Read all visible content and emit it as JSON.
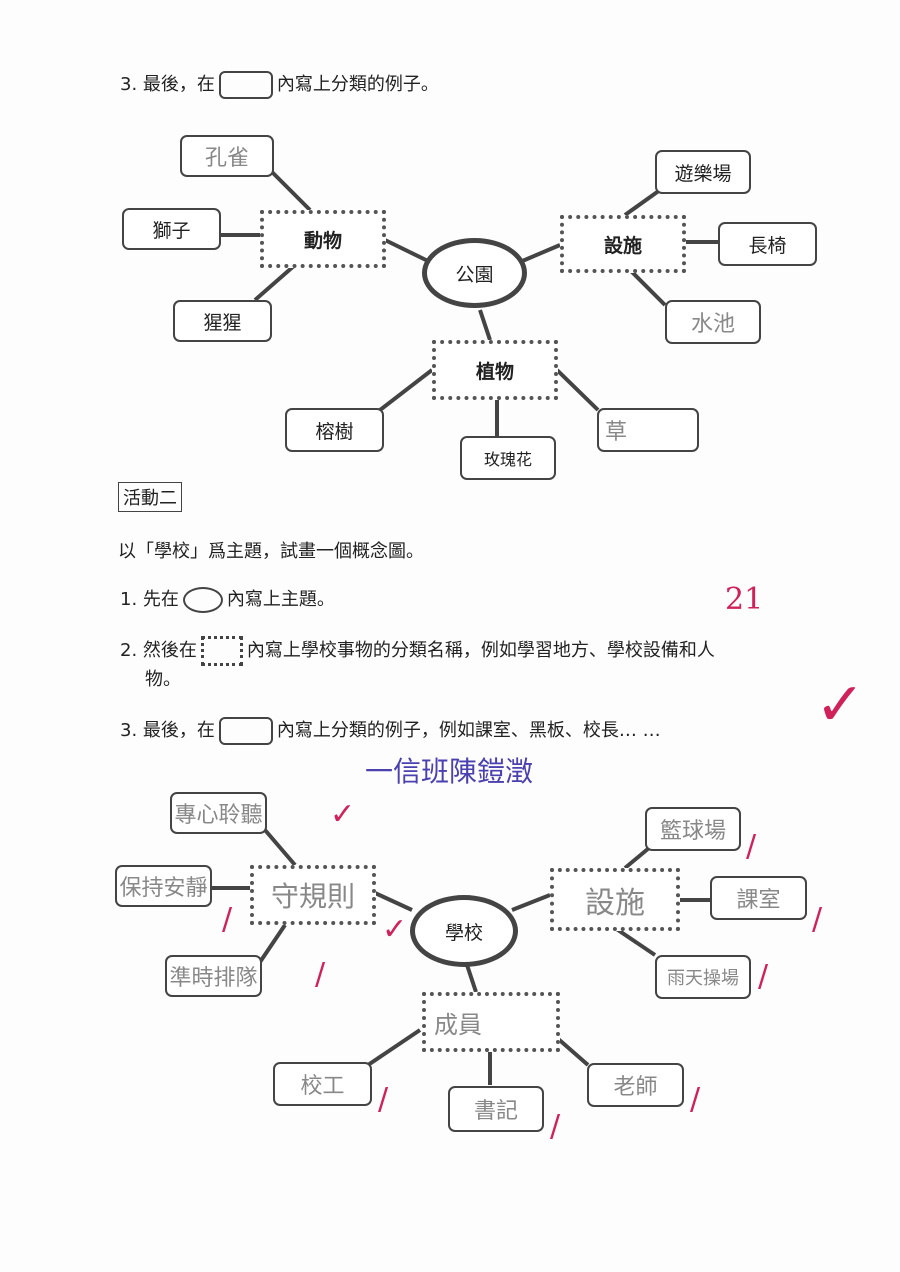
{
  "part1": {
    "instruction3": {
      "prefix": "3. 最後，在",
      "suffix": "內寫上分類的例子。"
    },
    "center": "公園",
    "categories": {
      "animals": "動物",
      "facilities": "設施",
      "plants": "植物"
    },
    "examples": {
      "animals": [
        "孔雀",
        "獅子",
        "猩猩"
      ],
      "facilities": [
        "遊樂場",
        "長椅",
        "水池"
      ],
      "plants": [
        "榕樹",
        "玫瑰花",
        "草"
      ]
    }
  },
  "activity2": {
    "label": "活動二",
    "intro": "以「學校」爲主題，試畫一個概念圖。",
    "step1": {
      "prefix": "1. 先在",
      "suffix": "內寫上主題。"
    },
    "step2": {
      "prefix": "2. 然後在",
      "suffix": "內寫上學校事物的分類名稱，例如學習地方、學校設備和人",
      "cont": "物。"
    },
    "step3": {
      "prefix": "3. 最後，在",
      "suffix": "內寫上分類的例子，例如課室、黑板、校長… …"
    },
    "student": "一信班陳鎧澂",
    "score": "21",
    "center": "學校",
    "categories": {
      "rules": "守規則",
      "facilities": "設施",
      "members": "成員"
    },
    "examples": {
      "rules": [
        "專心聆聽",
        "保持安靜",
        "準時排隊"
      ],
      "facilities": [
        "籃球場",
        "課室",
        "雨天操場"
      ],
      "members": [
        "校工",
        "書記",
        "老師"
      ]
    }
  }
}
